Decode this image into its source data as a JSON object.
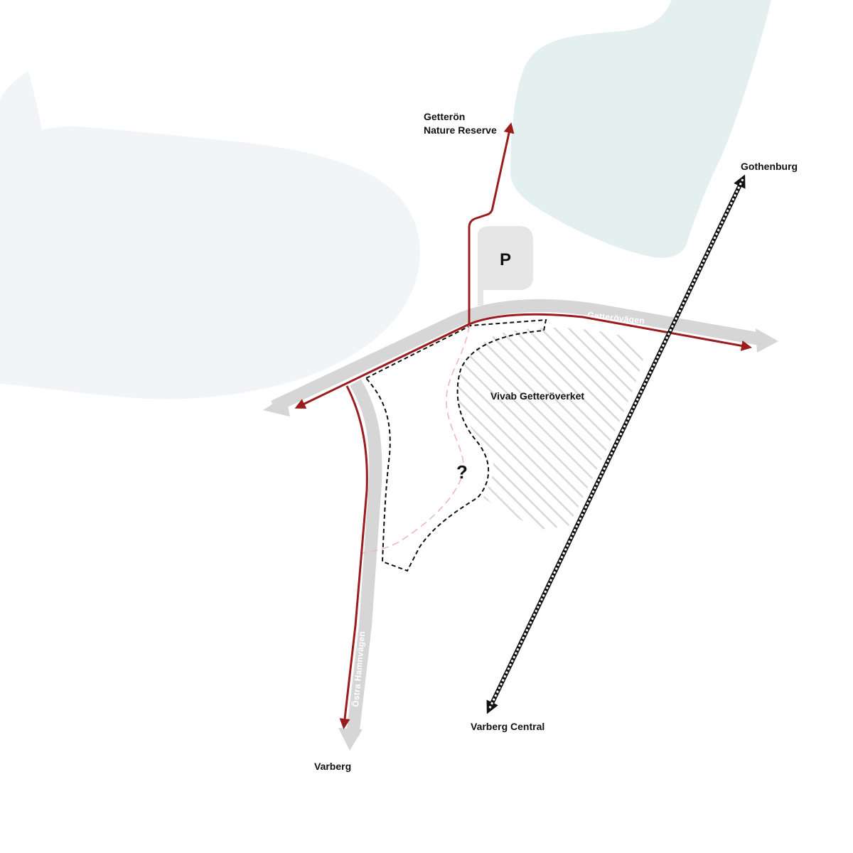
{
  "labels": {
    "nature_reserve_line1": "Getterön",
    "nature_reserve_line2": "Nature Reserve",
    "gothenburg": "Gothenburg",
    "varberg_central": "Varberg Central",
    "varberg": "Varberg",
    "site": "Vivab Getteröverket",
    "unknown_site": "?",
    "parking": "P"
  },
  "roads": {
    "getterovagen": "Getterövägen",
    "ostra_hamnvagen": "Östra Hamnvägen"
  },
  "colors": {
    "background": "#ffffff",
    "sea": "#f2f5f7",
    "water": "#e4eff0",
    "road": "#d6d6d6",
    "route": "#9b1c1c",
    "route_faint": "#f0b9b9",
    "parking": "#e6e6e6",
    "hatch": "#d8d8d8",
    "text": "#111111"
  },
  "icons": {
    "route_arrows": "arrowhead-icon",
    "rail": "railway-icon",
    "parking": "parking-icon"
  }
}
